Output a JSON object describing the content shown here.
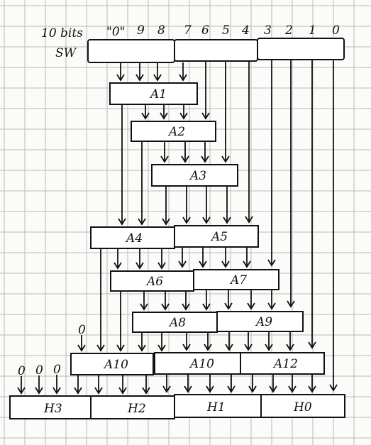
{
  "header": {
    "caption": "10 bits",
    "quote_zero": "\"0\"",
    "sw_label": "SW",
    "bits": [
      "9",
      "8",
      "7",
      "6",
      "5",
      "4",
      "3",
      "2",
      "1",
      "0"
    ]
  },
  "zeros": [
    "0",
    "0",
    "0",
    "0"
  ],
  "blocks": {
    "a1": "A1",
    "a2": "A2",
    "a3": "A3",
    "a4": "A4",
    "a5": "A5",
    "a6": "A6",
    "a7": "A7",
    "a8": "A8",
    "a9": "A9",
    "a10": "A10",
    "a11": "A10",
    "a12": "A12",
    "h3": "H3",
    "h2": "H2",
    "h1": "H1",
    "h0": "H0"
  }
}
